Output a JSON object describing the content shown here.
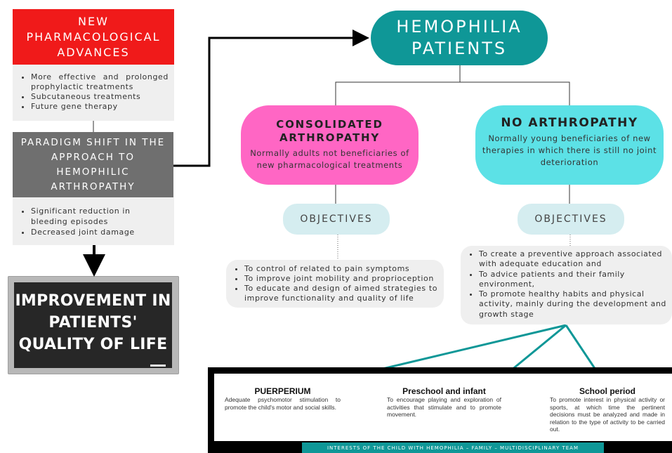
{
  "new_advances": {
    "title": "NEW PHARMACOLOGICAL ADVANCES",
    "items": [
      "More effective and prolonged prophylactic treatments",
      "Subcutaneous treatments",
      "Future gene therapy"
    ]
  },
  "paradigm_shift": {
    "title": "PARADIGM SHIFT IN THE APPROACH TO HEMOPHILIC ARTHROPATHY",
    "items": [
      "Significant reduction in bleeding episodes",
      "Decreased joint damage"
    ]
  },
  "improvement": {
    "title": "IMPROVEMENT IN PATIENTS' QUALITY OF LIFE"
  },
  "patients": {
    "title": "HEMOPHILIA PATIENTS"
  },
  "consolidated": {
    "title": "CONSOLIDATED ARTHROPATHY",
    "subtitle": "Normally adults not beneficiaries of new pharmacological treatments",
    "objectives_label": "OBJECTIVES",
    "objectives": [
      "To control of related to pain symptoms",
      "To improve joint mobility and proprioception",
      "To educate and design of aimed strategies to improve functionality and quality of life"
    ]
  },
  "no_arthropathy": {
    "title": "NO ARTHROPATHY",
    "subtitle": "Normally young beneficiaries of new therapies in which there is still no joint deterioration",
    "objectives_label": "OBJECTIVES",
    "objectives": [
      "To create a preventive approach associated with adequate education and",
      "To advice patients and their family environment,",
      "To promote healthy habits and physical activity, mainly during the development and growth stage"
    ]
  },
  "stages": [
    {
      "title": "PUERPERIUM",
      "text": "Adequate psychomotor stimulation to promote the child's motor and social skills."
    },
    {
      "title": "Preschool and infant",
      "text": "To encourage playing and exploration of activities that stimulate and to promote movement."
    },
    {
      "title": "School period",
      "text": "To promote interest in physical activity or sports, at which time the pertinent decisions must be analyzed and made in relation to the type of activity to be carried out."
    }
  ],
  "banner": "INTERESTS OF THE CHILD WITH HEMOPHILIA – FAMILY – MULTIDISCIPLINARY TEAM",
  "colors": {
    "red": "#f01a1a",
    "gray": "#6f6f6f",
    "teal": "#0f9797",
    "pink": "#ff66c4",
    "cyan": "#5ce1e6",
    "light_blue": "#d5edf0"
  }
}
